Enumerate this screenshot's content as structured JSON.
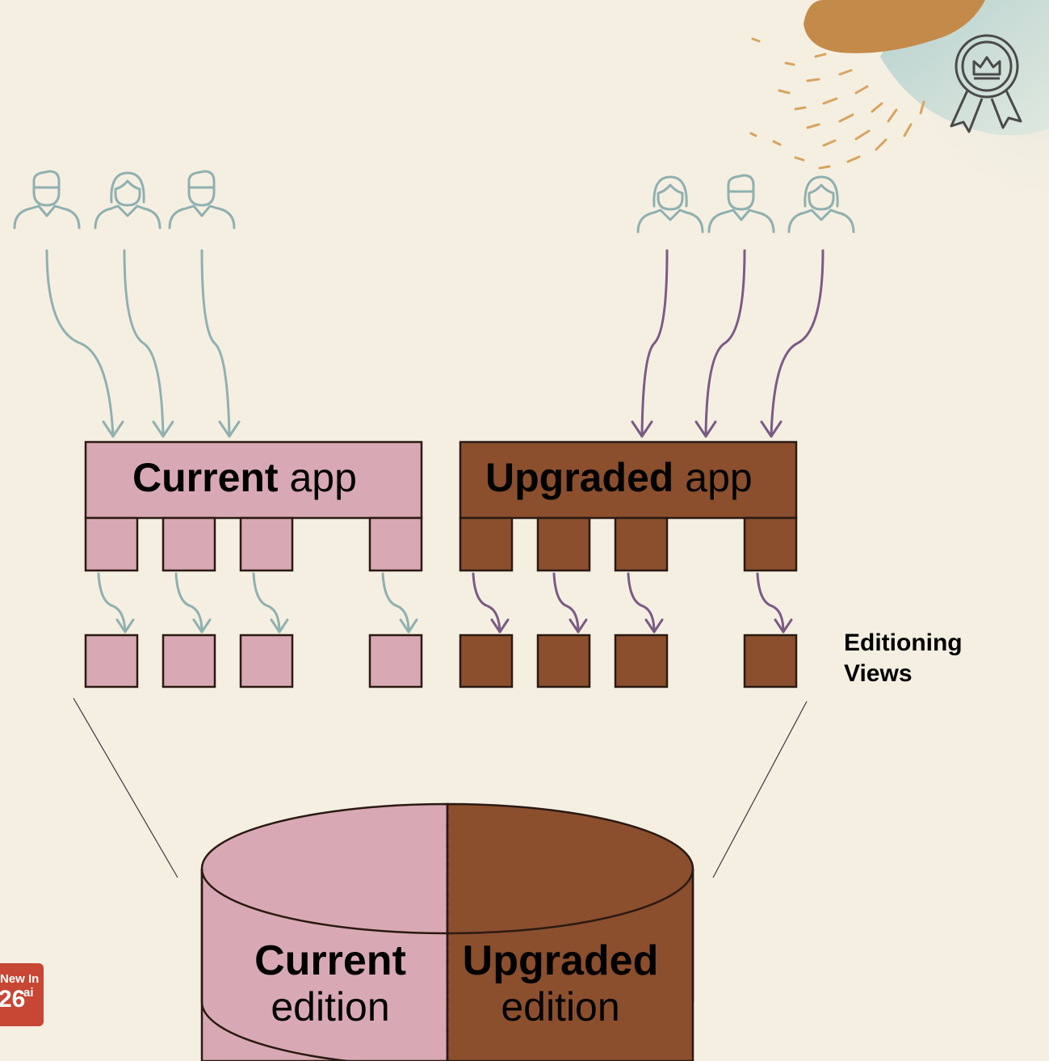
{
  "current_app": {
    "bold": "Current",
    "light": "app"
  },
  "upgraded_app": {
    "bold": "Upgraded",
    "light": "app"
  },
  "editioning_views": {
    "line1": "Editioning",
    "line2": "Views"
  },
  "current_edition": {
    "bold": "Current",
    "light": "edition"
  },
  "upgraded_edition": {
    "bold": "Upgraded",
    "light": "edition"
  },
  "badge": {
    "line1": "New In",
    "number": "26",
    "suffix": "ai"
  },
  "colors": {
    "background": "#f5efe2",
    "current": "#d8a9b4",
    "upgraded": "#8b4f2e",
    "current_arrow": "#8fb0b0",
    "upgraded_arrow": "#7b5a86",
    "outline": "#2b1a12",
    "badge": "#c74634"
  },
  "icons": {
    "user_icons": [
      "male-user-icon",
      "female-user-icon",
      "male-user-icon",
      "female-user-icon",
      "male-user-icon",
      "female-user-icon"
    ],
    "award": "award-ribbon-icon"
  }
}
